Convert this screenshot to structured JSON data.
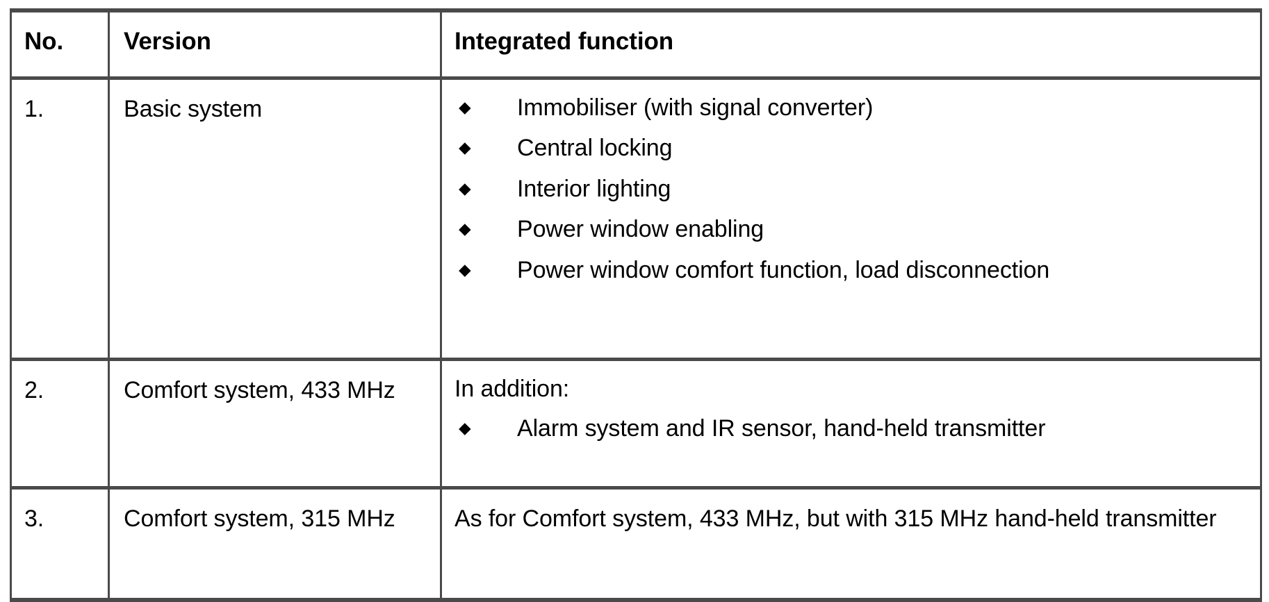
{
  "table": {
    "bullet_glyph": "◆",
    "border_color": "#4a4a4a",
    "text_color": "#000000",
    "columns": [
      {
        "key": "no",
        "header": "No."
      },
      {
        "key": "version",
        "header": "Version"
      },
      {
        "key": "func",
        "header": "Integrated function"
      }
    ],
    "rows": [
      {
        "no": "1.",
        "version": "Basic system",
        "lead": "",
        "bullets": [
          "Immobiliser (with signal converter)",
          "Central locking",
          "Interior lighting",
          "Power window enabling",
          "Power window comfort function, load disconnection"
        ],
        "paragraph": ""
      },
      {
        "no": "2.",
        "version": "Comfort system, 433 MHz",
        "lead": "In addition:",
        "bullets": [
          "Alarm system and IR sensor, hand-held transmitter"
        ],
        "paragraph": ""
      },
      {
        "no": "3.",
        "version": "Comfort system, 315 MHz",
        "lead": "",
        "bullets": [],
        "paragraph": "As for Comfort system, 433 MHz, but with 315 MHz hand-held transmitter"
      }
    ]
  }
}
